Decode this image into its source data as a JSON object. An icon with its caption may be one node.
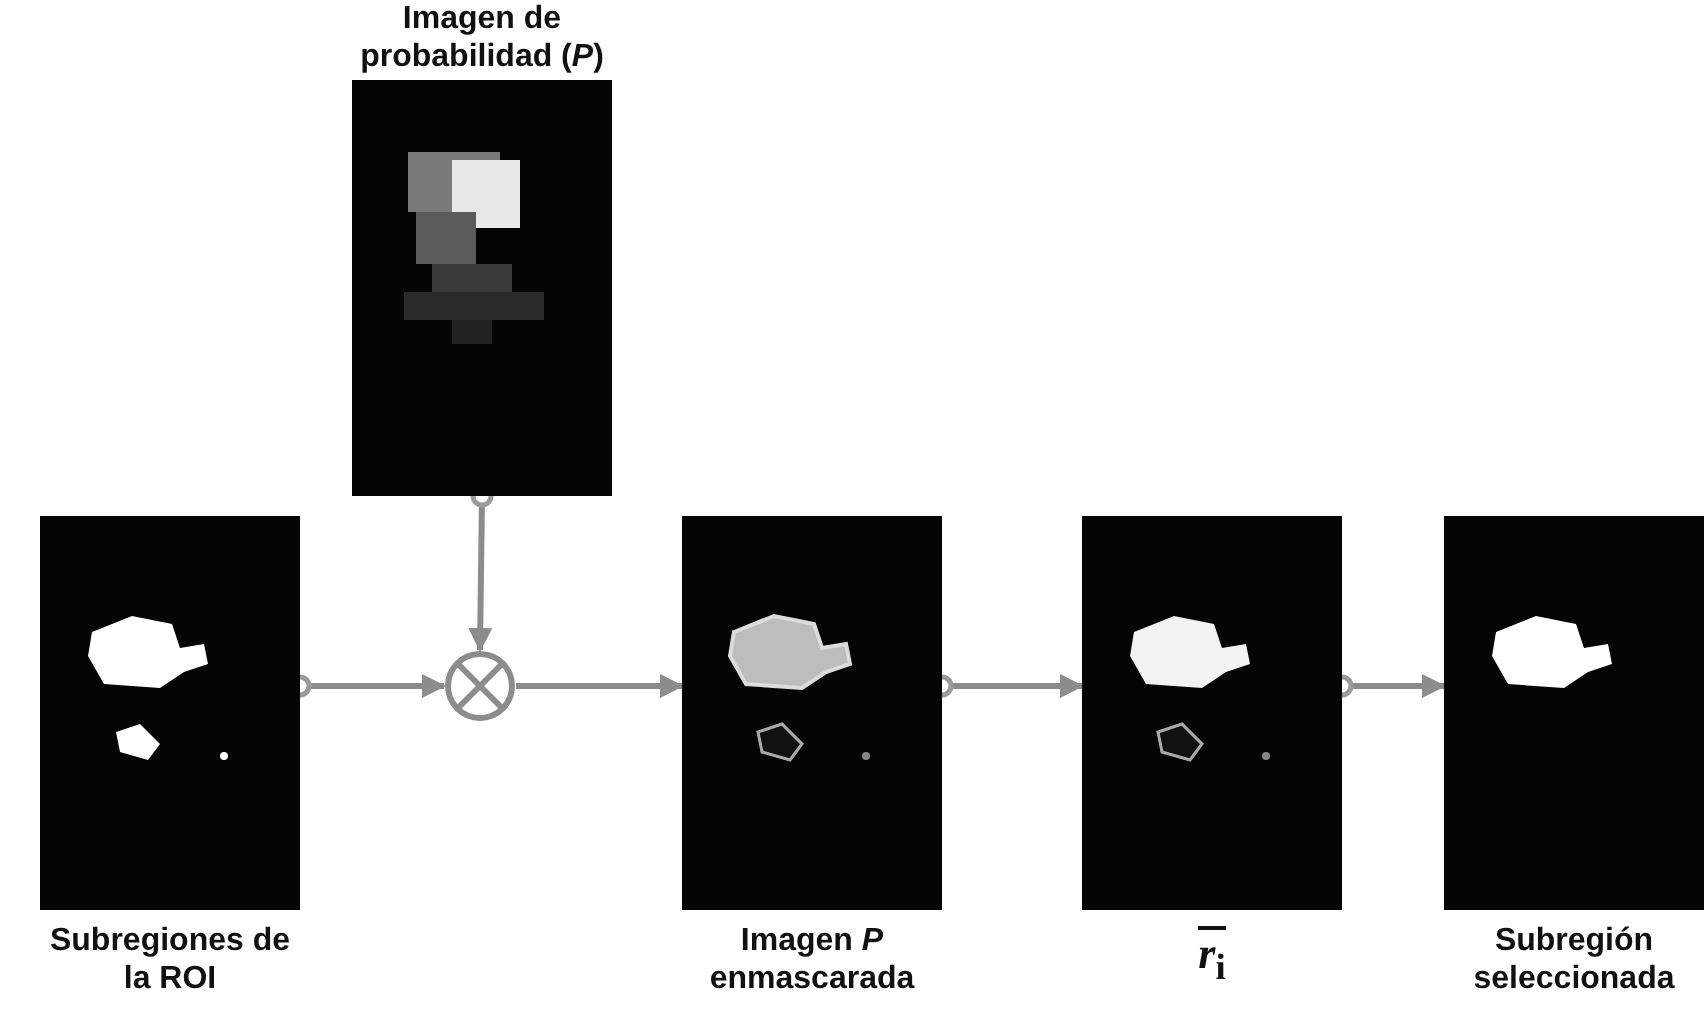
{
  "diagram": {
    "nodes": [
      {
        "text": [
          "Imagen de probabilidad (*P*)"
        ]
      },
      {
        "text": [
          "Subregiones de la ROI"
        ]
      },
      {
        "text": [],
        "shape": "circle"
      },
      {
        "text": [
          "Imagen *P* enmascarada"
        ]
      },
      {
        "text": [
          "*r*$_{i}$"
        ]
      },
      {
        "text": [
          "Subregión seleccionada"
        ]
      }
    ],
    "edges": [
      {
        "from": 0,
        "to": 2,
        "arrow": "to"
      },
      {
        "from": 1,
        "to": 2,
        "arrow": "to"
      },
      {
        "from": 2,
        "to": 3,
        "arrow": "to"
      },
      {
        "from": 3,
        "to": 4,
        "arrow": "to"
      },
      {
        "from": 4,
        "to": 5,
        "arrow": "to"
      }
    ]
  }
}
